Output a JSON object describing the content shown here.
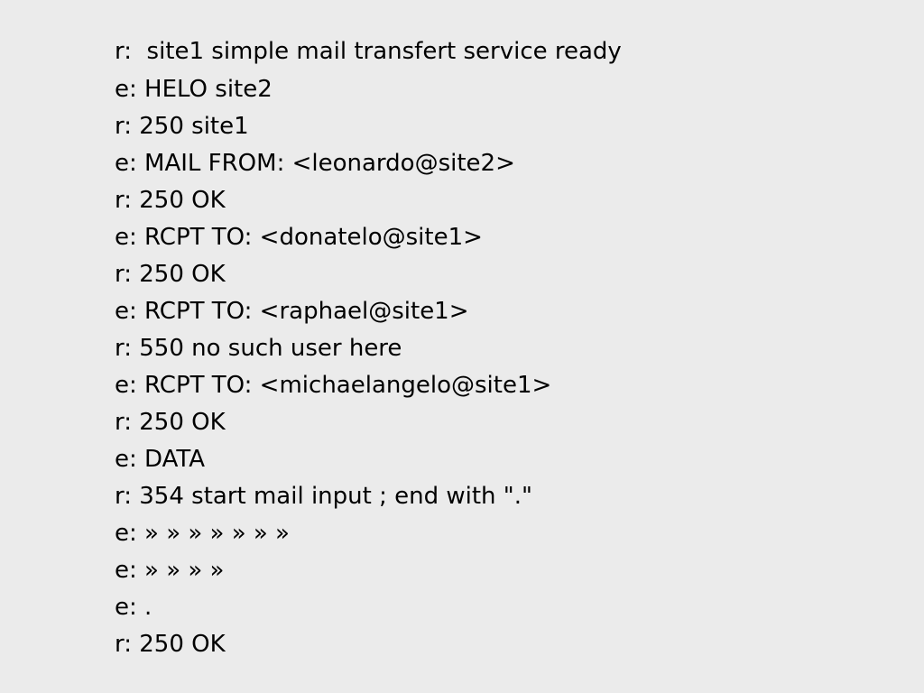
{
  "slide": {
    "background": "#ebebeb",
    "text_color": "#000000",
    "lines": [
      "r:  site1 simple mail transfert service ready",
      "e: HELO site2",
      "r: 250 site1",
      "e: MAIL FROM: <leonardo@site2>",
      "r: 250 OK",
      "e: RCPT TO: <donatelo@site1>",
      "r: 250 OK",
      "e: RCPT TO: <raphael@site1>",
      "r: 550 no such user here",
      "e: RCPT TO: <michaelangelo@site1>",
      "r: 250 OK",
      "e: DATA",
      "r: 354 start mail input ; end with \".\"",
      "e: » » » » » » »",
      "e: » » » »",
      "e: .",
      "r: 250 OK"
    ]
  }
}
